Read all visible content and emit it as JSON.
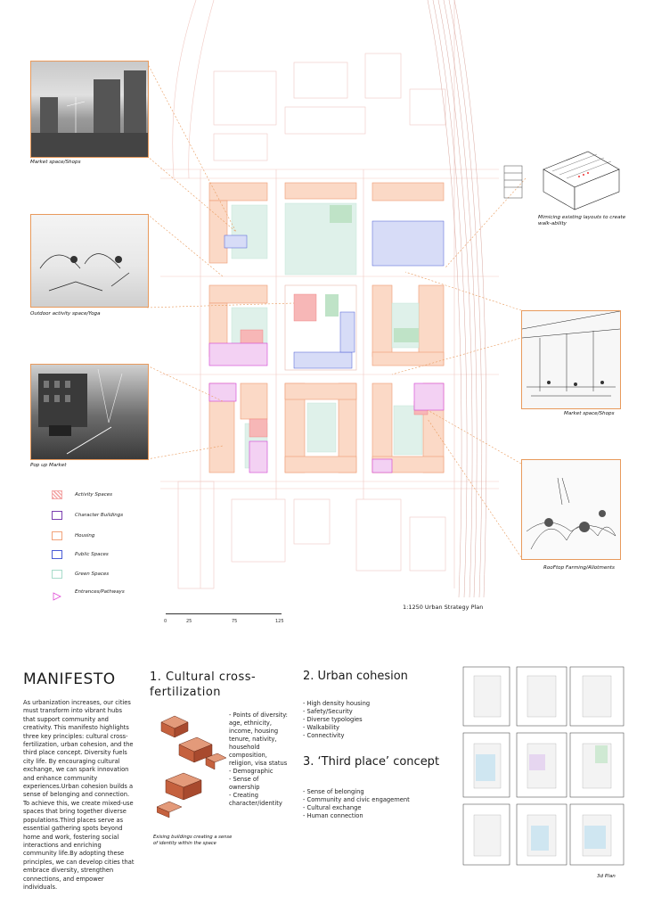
{
  "captions": {
    "market_shops_1": "Market space/Shops",
    "yoga": "Outdoor activity space/Yoga",
    "popup": "Pop up Market",
    "walkability": "Mimicing existing layouts to create walk-ability",
    "market_shops_2": "Market space/Shops",
    "rooftop": "RooFtop Farming/Allotments"
  },
  "legend": [
    {
      "label": "Activity Spaces",
      "color": "#f4a9a9"
    },
    {
      "label": "Character Buildings",
      "color": "#7b3fb0"
    },
    {
      "label": "Housing",
      "color": "#f2a37a"
    },
    {
      "label": "Public Spaces",
      "color": "#4a5bd6"
    },
    {
      "label": "Green Spaces",
      "color": "#a8dccb"
    },
    {
      "label": "Entrances/Pathways",
      "color": "#e04bd6"
    }
  ],
  "plan": {
    "title": "1:1250 Urban Strategy Plan",
    "scale_ticks": [
      "0",
      "25",
      "75",
      "125"
    ]
  },
  "manifesto": {
    "title": "MANIFESTO",
    "body": "As urbanization increases, our cities must transform into vibrant hubs that support community and creativity. This manifesto highlights three key principles: cultural cross-fertilization, urban cohesion, and the third place concept. Diversity fuels city life. By encouraging cultural exchange, we can spark innovation and enhance community experiences.Urban cohesion builds a sense of belonging and connection. To achieve this, we create mixed-use spaces that bring together diverse populations.Third places serve as essential gathering spots beyond home and work, fostering social interactions and enriching community life.By adopting these principles, we can develop cities that embrace diversity, strengthen connections, and empower individuals."
  },
  "section1": {
    "title": "1. Cultural cross-fertilization",
    "items": [
      "- Points of diversity: age, ethnicity, income, housing tenure, nativity, household composition, religion, visa status",
      "- Demographic",
      "- Sense of ownership",
      "- Creating character/identity"
    ],
    "caption": "Exising buildings creating a sense of identity within the space"
  },
  "section2": {
    "title": "2. Urban cohesion",
    "items": [
      "- High density housing",
      "- Safety/Security",
      "- Diverse typologies",
      "- Walkability",
      "- Connectivity"
    ]
  },
  "section3": {
    "title": "3. ‘Third place’ concept",
    "items": [
      "- Sense of belonging",
      "- Community and civic engagement",
      "- Cultural exchange",
      "- Human connection"
    ]
  },
  "plan3d": {
    "caption": "3d Plan"
  }
}
